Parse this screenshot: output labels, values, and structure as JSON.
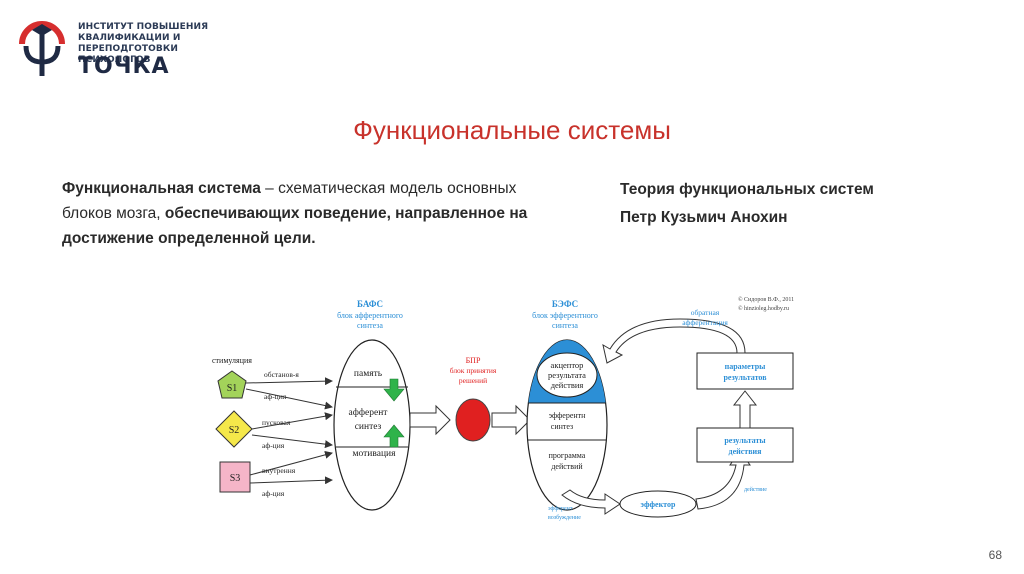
{
  "logo": {
    "line1": "ИНСТИТУТ ПОВЫШЕНИЯ",
    "line2": "КВАЛИФИКАЦИИ И",
    "line3": "ПЕРЕПОДГОТОВКИ ПСИХОЛОГОВ",
    "word": "ТОЧКА"
  },
  "title": "Функциональные системы",
  "definition": {
    "term": "Функциональная система",
    "dash_text": " – схематическая модель основных блоков мозга, ",
    "bold_tail": "обеспечивающих поведение, направленное на достижение определенной цели."
  },
  "theory": {
    "line1": "Теория функциональных систем",
    "line2": "Петр Кузьмич Анохин"
  },
  "diagram": {
    "bafs_title": "БАФС",
    "bafs_sub1": "блок афферентного",
    "bafs_sub2": "синтеза",
    "befs_title": "БЭФС",
    "befs_sub1": "блок эфферентного",
    "befs_sub2": "синтеза",
    "bpr_title": "БПР",
    "bpr_sub1": "блок принятия",
    "bpr_sub2": "решений",
    "copyright1": "© Сидоров В.Ф., 2011",
    "copyright2": "© hinzioleg.hodby.ru",
    "stimulation": "стимуляция",
    "s1": "S1",
    "s2": "S2",
    "s3": "S3",
    "obstanov": "обстанов-я",
    "afcia1": "аф-ция",
    "puskovaya": "пусковая",
    "afcia2": "аф-ция",
    "vnutrennya": "внутрення",
    "afcia3": "аф-ция",
    "pamyat": "память",
    "afferent": "афферент",
    "sintez": "синтез",
    "motivaciya": "мотивация",
    "akceptor1": "акцептор",
    "akceptor2": "результата",
    "akceptor3": "действия",
    "efferent1": "эфферентн",
    "efferent2": "синтез",
    "programma1": "программа",
    "programma2": "действий",
    "effektor": "эффектор",
    "effekt_vozb1": "эфферент",
    "effekt_vozb2": "возбуждение",
    "deistvie": "действие",
    "results1": "результаты",
    "results2": "действия",
    "params1": "параметры",
    "params2": "результатов",
    "obratnaya1": "обратная",
    "obratnaya2": "афферентация"
  },
  "colors": {
    "title": "#c8322b",
    "accent_blue": "#2c8fd6",
    "bpr_red": "#e02020",
    "green_arrow": "#2fb34a",
    "s1_fill": "#a3d35a",
    "s2_fill": "#f5e84a",
    "s3_fill": "#f5b5c8"
  },
  "page_number": "68"
}
